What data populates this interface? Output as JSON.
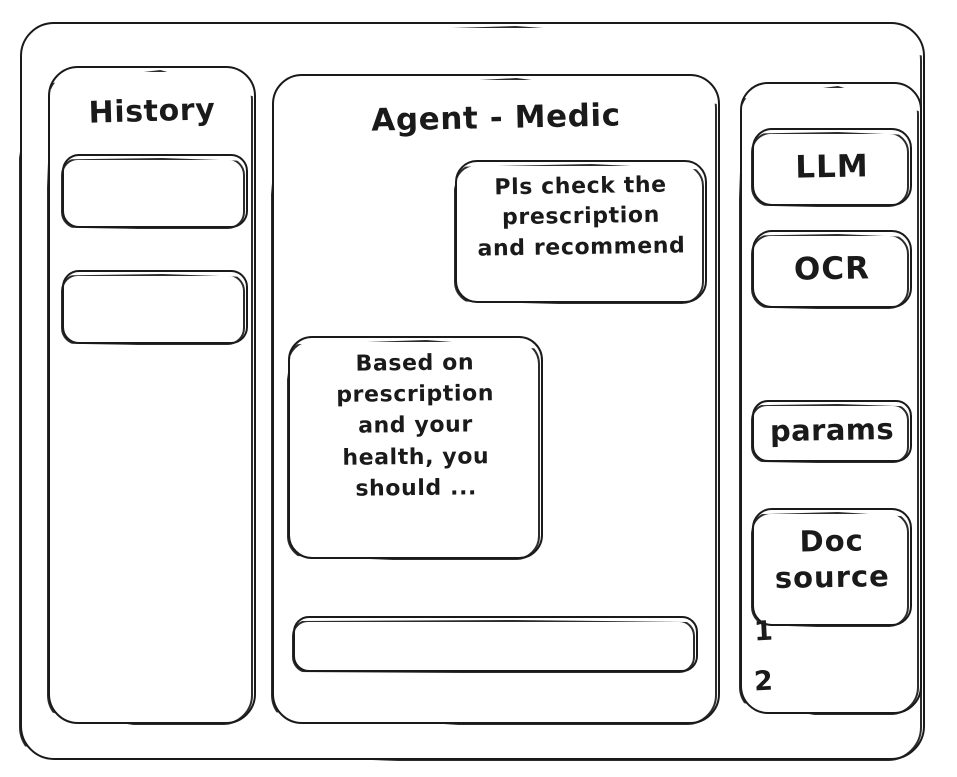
{
  "window": {
    "title": "Agent - Medic"
  },
  "sidebar_left": {
    "title": "History",
    "items": [
      {
        "label": ""
      },
      {
        "label": ""
      }
    ]
  },
  "main": {
    "title": "Agent - Medic",
    "messages": [
      {
        "role": "user",
        "text": "Pls check the\nprescription\nand recommend"
      },
      {
        "role": "assistant",
        "text": "Based on\nprescription\nand your\nhealth, you\nshould ..."
      }
    ],
    "composer": {
      "value": "",
      "placeholder": ""
    }
  },
  "sidebar_right": {
    "tools": [
      {
        "label": "LLM"
      },
      {
        "label": "OCR"
      },
      {
        "label": "params"
      },
      {
        "label": "Doc\nsource"
      }
    ],
    "doc_sources": [
      {
        "index": "1"
      },
      {
        "index": "2"
      }
    ]
  },
  "style": {
    "stroke": "#1a1a1a",
    "background": "#ffffff"
  }
}
